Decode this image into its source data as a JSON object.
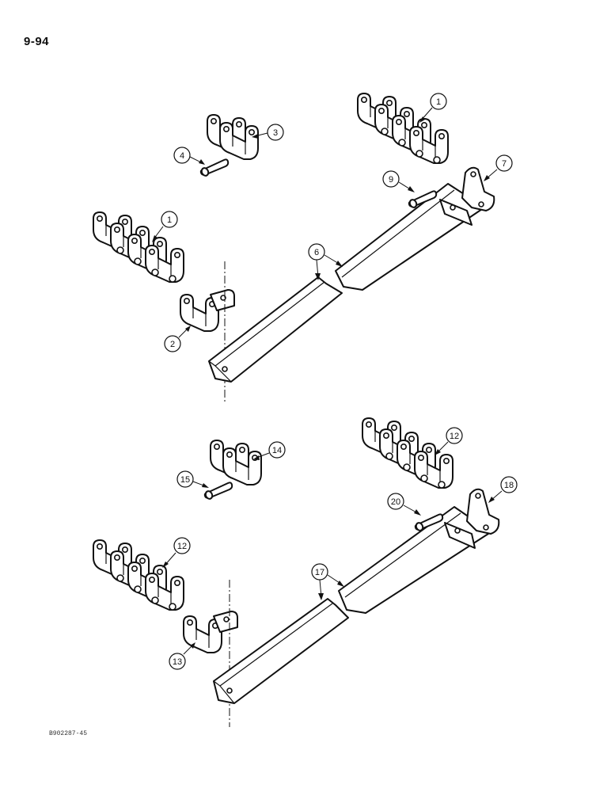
{
  "page": {
    "number": "9-94",
    "figure_code": "B902287-45"
  },
  "callouts": {
    "c1a": "1",
    "c3": "3",
    "c4": "4",
    "c9": "9",
    "c7": "7",
    "c1b": "1",
    "c6": "6",
    "c2": "2",
    "c12a": "12",
    "c14": "14",
    "c15": "15",
    "c20": "20",
    "c18": "18",
    "c12b": "12",
    "c17": "17",
    "c13": "13"
  }
}
